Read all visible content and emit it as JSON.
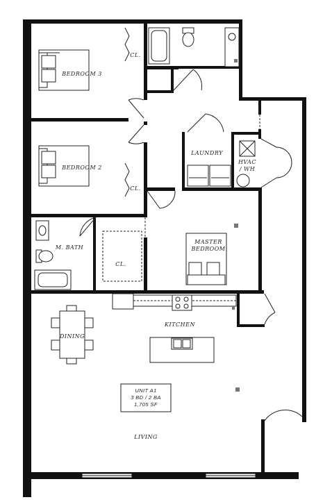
{
  "rooms": {
    "bedroom3": "BEDROOM 3",
    "bedroom2": "BEDROOM 2",
    "closet_bed3": "CL.",
    "closet_bed2": "CL.",
    "closet_bath": "CL.",
    "laundry": "LAUNDRY",
    "hvac_line1": "HVAC",
    "hvac_line2": "/ WH",
    "master_line1": "MASTER",
    "master_line2": "BEDROOM",
    "master_bath": "M. BATH",
    "kitchen": "KITCHEN",
    "dining": "DINING",
    "living": "LIVING"
  },
  "unit_info": {
    "line1": "UNIT A1",
    "line2": "3 BD / 2 BA",
    "line3": "1,705 SF"
  },
  "colors": {
    "wall": "#111111",
    "background": "#ffffff",
    "marker": "#777777"
  }
}
